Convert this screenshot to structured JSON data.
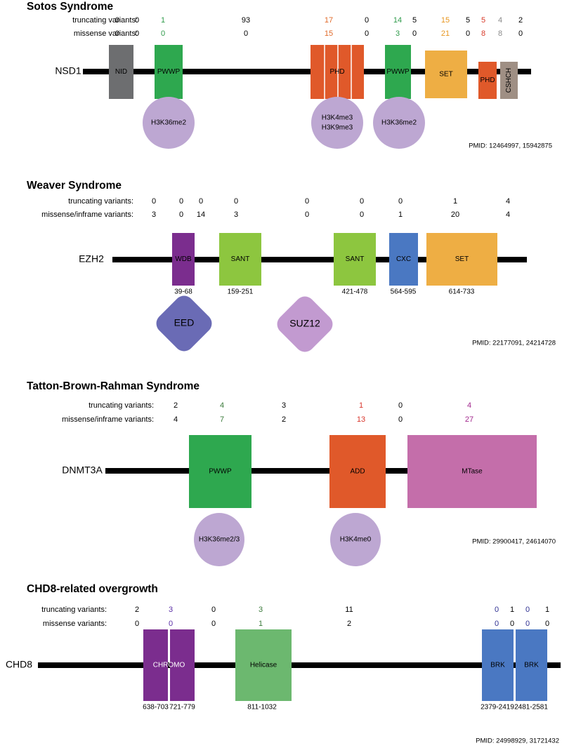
{
  "colors": {
    "black": "#000000",
    "gray": "#6d6e70",
    "green": "#2ea84f",
    "lightgreen": "#8dc63f",
    "mediumgreen": "#6cb86f",
    "orange": "#e0592a",
    "yellow": "#eeae44",
    "taupe": "#9f8f84",
    "purple": "#7b2d8e",
    "blue": "#4a78c2",
    "lavender": "#bda7d2",
    "mtase": "#c46eaa",
    "eed": "#6a6bb5",
    "suz12": "#c29ad0",
    "navy": "#2f3192",
    "violet": "#5a2ea6",
    "red_text": "#d8342a",
    "magenta_text": "#a2288e",
    "count_green": "#2e9a4a",
    "count_orange": "#e06a2a",
    "count_amber": "#e8961e",
    "count_red": "#d83a2a",
    "count_gray": "#8a8a8a",
    "count_darkgreen": "#3a7a3a"
  },
  "sections": [
    {
      "title": "Sotos Syndrome",
      "gene": "NSD1",
      "row_labels": [
        "truncating variants:",
        "missense variants:"
      ],
      "counts": [
        {
          "t": "0",
          "m": "0",
          "color": "black"
        },
        {
          "t": "0",
          "m": "0",
          "color": "black"
        },
        {
          "t": "1",
          "m": "0",
          "color": "count_green"
        },
        {
          "t": "93",
          "m": "0",
          "color": "black"
        },
        {
          "t": "17",
          "m": "15",
          "color": "count_orange"
        },
        {
          "t": "0",
          "m": "0",
          "color": "black"
        },
        {
          "t": "14",
          "m": "3",
          "color": "count_green"
        },
        {
          "t": "5",
          "m": "0",
          "color": "black"
        },
        {
          "t": "15",
          "m": "21",
          "color": "count_amber"
        },
        {
          "t": "5",
          "m": "0",
          "color": "black"
        },
        {
          "t": "5",
          "m": "8",
          "color": "count_red"
        },
        {
          "t": "4",
          "m": "8",
          "color": "count_gray"
        },
        {
          "t": "2",
          "m": "0",
          "color": "black"
        }
      ],
      "domains": [
        {
          "label": "NID",
          "color": "gray"
        },
        {
          "label": "PWWP",
          "color": "green"
        },
        {
          "label": "PHD",
          "color": "orange"
        },
        {
          "label": "PWWP",
          "color": "green"
        },
        {
          "label": "SET",
          "color": "yellow"
        },
        {
          "label": "PHD",
          "color": "orange"
        },
        {
          "label": "CSHCH",
          "color": "taupe"
        }
      ],
      "binders": [
        {
          "lines": [
            "H3K36me2"
          ]
        },
        {
          "lines": [
            "H3K4me3",
            "H3K9me3"
          ]
        },
        {
          "lines": [
            "H3K36me2"
          ]
        }
      ],
      "pmid": "PMID: 12464997, 15942875"
    },
    {
      "title": "Weaver Syndrome",
      "gene": "EZH2",
      "row_labels": [
        "truncating variants:",
        "missense/inframe variants:"
      ],
      "counts": [
        {
          "t": "0",
          "m": "3",
          "color": "black"
        },
        {
          "t": "0",
          "m": "0",
          "color": "black"
        },
        {
          "t": "0",
          "m": "14",
          "color": "black"
        },
        {
          "t": "0",
          "m": "3",
          "color": "black"
        },
        {
          "t": "0",
          "m": "0",
          "color": "black"
        },
        {
          "t": "0",
          "m": "0",
          "color": "black"
        },
        {
          "t": "0",
          "m": "1",
          "color": "black"
        },
        {
          "t": "1",
          "m": "20",
          "color": "black"
        },
        {
          "t": "4",
          "m": "4",
          "color": "black"
        }
      ],
      "domains": [
        {
          "label": "WDB",
          "color": "purple",
          "range": "39-68"
        },
        {
          "label": "SANT",
          "color": "lightgreen",
          "range": "159-251"
        },
        {
          "label": "SANT",
          "color": "lightgreen",
          "range": "421-478"
        },
        {
          "label": "CXC",
          "color": "blue",
          "range": "564-595"
        },
        {
          "label": "SET",
          "color": "yellow",
          "range": "614-733"
        }
      ],
      "binders": [
        {
          "lines": [
            "EED"
          ],
          "color": "eed"
        },
        {
          "lines": [
            "SUZ12"
          ],
          "color": "suz12"
        }
      ],
      "pmid": "PMID: 22177091, 24214728"
    },
    {
      "title": "Tatton-Brown-Rahman Syndrome",
      "gene": "DNMT3A",
      "row_labels": [
        "truncating variants:",
        "missense/inframe variants:"
      ],
      "counts": [
        {
          "t": "2",
          "m": "4",
          "color": "black"
        },
        {
          "t": "4",
          "m": "7",
          "color": "count_darkgreen"
        },
        {
          "t": "3",
          "m": "2",
          "color": "black"
        },
        {
          "t": "1",
          "m": "13",
          "color": "red_text"
        },
        {
          "t": "0",
          "m": "0",
          "color": "black"
        },
        {
          "t": "4",
          "m": "27",
          "color": "magenta_text"
        }
      ],
      "domains": [
        {
          "label": "PWWP",
          "color": "green"
        },
        {
          "label": "ADD",
          "color": "orange"
        },
        {
          "label": "MTase",
          "color": "mtase"
        }
      ],
      "binders": [
        {
          "lines": [
            "H3K36me2/3"
          ]
        },
        {
          "lines": [
            "H3K4me0"
          ]
        }
      ],
      "pmid": "PMID: 29900417, 24614070"
    },
    {
      "title": "CHD8-related overgrowth",
      "gene": "CHD8",
      "row_labels": [
        "truncating variants:",
        "missense variants:"
      ],
      "counts": [
        {
          "t": "2",
          "m": "0",
          "color": "black"
        },
        {
          "t": "3",
          "m": "0",
          "color": "violet"
        },
        {
          "t": "0",
          "m": "0",
          "color": "black"
        },
        {
          "t": "3",
          "m": "1",
          "color": "count_darkgreen"
        },
        {
          "t": "11",
          "m": "2",
          "color": "black"
        },
        {
          "t": "0",
          "m": "0",
          "color": "navy"
        },
        {
          "t": "1",
          "m": "0",
          "color": "black"
        },
        {
          "t": "0",
          "m": "0",
          "color": "navy"
        },
        {
          "t": "1",
          "m": "0",
          "color": "black"
        }
      ],
      "domains": [
        {
          "label": "CHROMO",
          "color": "purple",
          "ranges": [
            "638-703",
            "721-779"
          ]
        },
        {
          "label": "Helicase",
          "color": "mediumgreen",
          "range": "811-1032"
        },
        {
          "label": "BRK",
          "color": "blue",
          "range": "2379-2419"
        },
        {
          "label": "BRK",
          "color": "blue",
          "range": "2481-2581"
        }
      ],
      "binders": [],
      "pmid": "PMID: 24998929, 31721432"
    }
  ]
}
